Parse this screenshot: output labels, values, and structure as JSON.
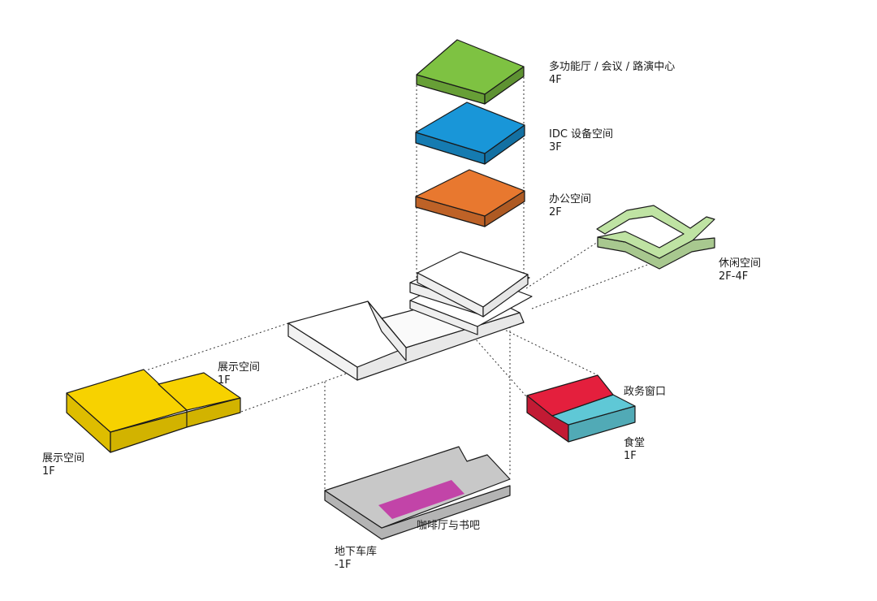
{
  "colors": {
    "floor4": "#7ec242",
    "floor3": "#1996d8",
    "floor2": "#e8782f",
    "leisure": "#bfe3a3",
    "exhibition": "#f7d200",
    "government": "#e41f3d",
    "canteen": "#5fc8d6",
    "garage": "#c8c8c8",
    "cafe": "#c244a8",
    "building": "#ffffff"
  },
  "labels": {
    "floor4_name": "多功能厅 / 会议 / 路演中心",
    "floor4_level": "4F",
    "floor3_name": "IDC 设备空间",
    "floor3_level": "3F",
    "floor2_name": "办公空间",
    "floor2_level": "2F",
    "leisure_name": "休闲空间",
    "leisure_level": "2F-4F",
    "exhibition_small_name": "展示空间",
    "exhibition_small_level": "1F",
    "exhibition_big_name": "展示空间",
    "exhibition_big_level": "1F",
    "government_name": "政务窗口",
    "canteen_name": "食堂",
    "canteen_level": "1F",
    "cafe_name": "咖啡厅与书吧",
    "garage_name": "地下车库",
    "garage_level": "-1F"
  }
}
